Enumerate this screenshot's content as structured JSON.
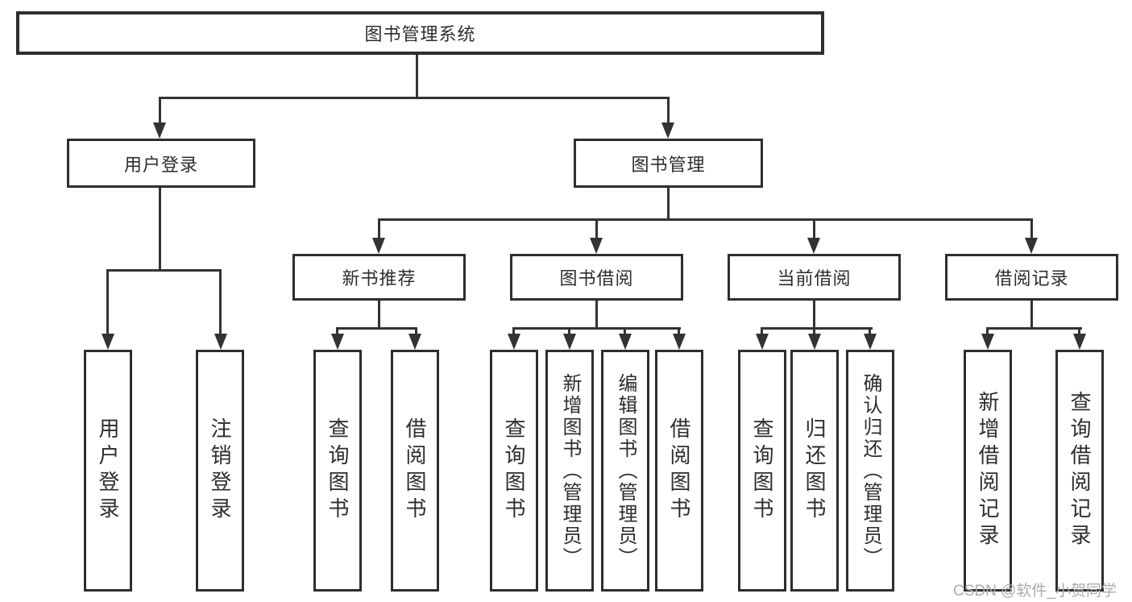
{
  "diagram": {
    "root": {
      "label": "图书管理系统"
    },
    "branches": [
      {
        "label": "用户登录",
        "children": [
          {
            "label": "用户登录"
          },
          {
            "label": "注销登录"
          }
        ]
      },
      {
        "label": "图书管理",
        "children": [
          {
            "label": "新书推荐",
            "children": [
              {
                "label": "查询图书"
              },
              {
                "label": "借阅图书"
              }
            ]
          },
          {
            "label": "图书借阅",
            "children": [
              {
                "label": "查询图书"
              },
              {
                "label": "新增图书（管理员）"
              },
              {
                "label": "编辑图书（管理员）"
              },
              {
                "label": "借阅图书"
              }
            ]
          },
          {
            "label": "当前借阅",
            "children": [
              {
                "label": "查询图书"
              },
              {
                "label": "归还图书"
              },
              {
                "label": "确认归还（管理员）"
              }
            ]
          },
          {
            "label": "借阅记录",
            "children": [
              {
                "label": "新增借阅记录"
              },
              {
                "label": "查询借阅记录"
              }
            ]
          }
        ]
      }
    ],
    "watermark": "CSDN @软件_小贺同学",
    "colors": {
      "line": "#333333",
      "border": "#2e2e2e",
      "text": "#2d2d2d",
      "watermark": "#ababab",
      "background": "#ffffff"
    }
  }
}
